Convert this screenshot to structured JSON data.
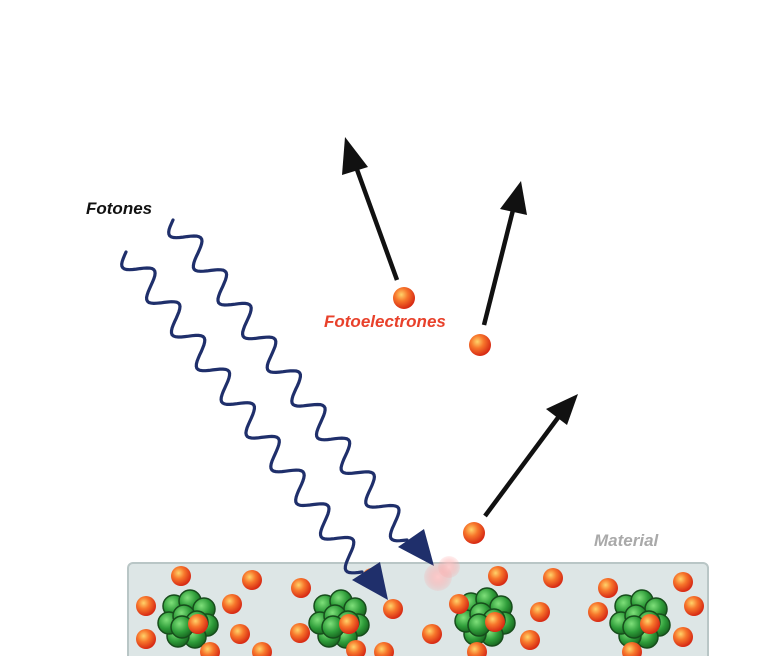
{
  "labels": {
    "photons": "Fotones",
    "photoelectrons": "Fotoelectrones",
    "material": "Material"
  },
  "colors": {
    "photon_wave": "#1f2f6b",
    "electron": "#e8412b",
    "nucleus_cluster": "#2f9d3a",
    "material_fill": "#dde6e6",
    "arrow": "#111111",
    "photons_label": "#111111",
    "photoelectrons_label": "#e8412b",
    "material_label": "#a9a9a9"
  },
  "icons": {
    "photon": "wavy-arrow-icon",
    "electron": "electron-ball-icon",
    "nucleus": "atom-nucleus-icon",
    "emission": "arrow-icon"
  }
}
